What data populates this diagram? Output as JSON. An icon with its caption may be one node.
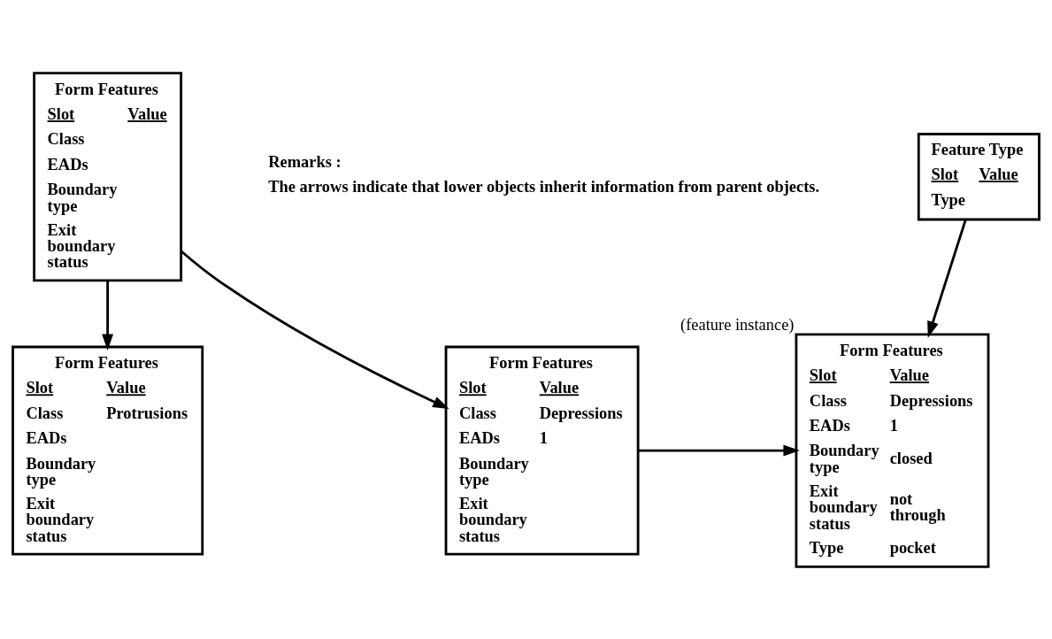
{
  "diagram": {
    "nodes": [
      {
        "text": [
          "Form Features",
          "Slot",
          "Value",
          "Class",
          "EADs",
          "Boundary type",
          "Exit boundary status"
        ]
      },
      {
        "text": [
          "Feature Type",
          "Slot",
          "Value",
          "Type"
        ]
      },
      {
        "text": [
          "Form Features",
          "Slot",
          "Value",
          "Class",
          "Protrusions",
          "EADs",
          "Boundary type",
          "Exit boundary status"
        ]
      },
      {
        "text": [
          "Form Features",
          "Slot",
          "Value",
          "Class",
          "Depressions",
          "EADs",
          "1",
          "Boundary type",
          "Exit boundary status"
        ]
      },
      {
        "text": [
          "Form Features",
          "Slot",
          "Value",
          "Class",
          "Depressions",
          "EADs",
          "1",
          "Boundary type",
          "closed",
          "Exit boundary status",
          "not through",
          "Type",
          "pocket"
        ],
        "beside": [
          "(feature instance)"
        ]
      }
    ],
    "edges": [
      {
        "from": 0,
        "to": 2,
        "arrow": "to"
      },
      {
        "from": 0,
        "to": 3,
        "arrow": "to"
      },
      {
        "from": 1,
        "to": 4,
        "arrow": "to"
      },
      {
        "from": 3,
        "to": 4,
        "arrow": "to"
      }
    ],
    "labels": [
      "Remarks :",
      "The arrows indicate that lower objects inherit information from parent objects."
    ]
  }
}
